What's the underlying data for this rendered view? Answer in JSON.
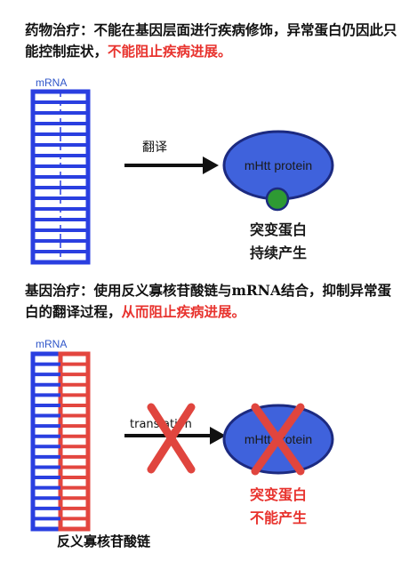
{
  "drug": {
    "text": "药物治疗：不能在基因层面进行疾病修饰，异常蛋白仍因此只能控制症状，",
    "highlight": "不能阻止疾病进展。",
    "mrna_label": "mRNA",
    "arrow_label": "翻译",
    "protein_label": "mHtt protein",
    "caption_line1": "突变蛋白",
    "caption_line2": "持续产生"
  },
  "gene": {
    "text": "基因治疗：使用反义寡核苷酸链与mRNA结合，抑制异常蛋白的翻译过程，",
    "highlight": "从而阻止疾病进展。",
    "mrna_label": "mRNA",
    "arrow_label": "translation",
    "protein_label": "mHtt protein",
    "caption_line1": "突变蛋白",
    "caption_line2": "不能产生",
    "aso_label": "反义寡核苷酸链"
  },
  "colors": {
    "mrna_blue": "#2a3fe0",
    "aso_red": "#e3463f",
    "protein_fill": "#3f62dc",
    "protein_stroke": "#1c2a80",
    "mutation_dot": "#2e9a33",
    "cross_red": "#e0453e",
    "highlight_red": "#e8332e"
  }
}
